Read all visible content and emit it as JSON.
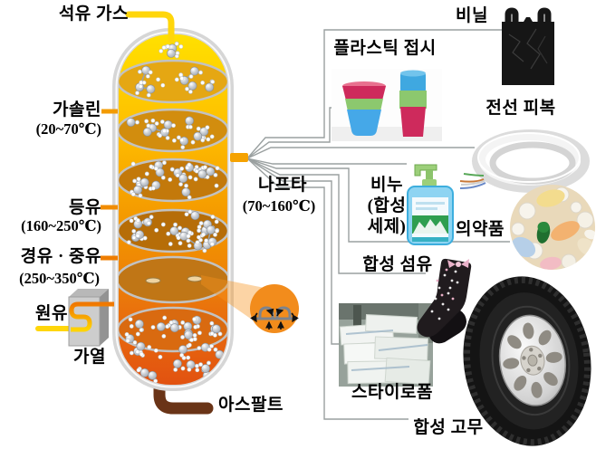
{
  "labels": {
    "petroleum_gas": "석유 가스",
    "gasoline": "가솔린",
    "gasoline_temp": "(20~70℃)",
    "naphtha": "나프타",
    "naphtha_temp": "(70~160℃)",
    "kerosene": "등유",
    "kerosene_temp": "(160~250℃)",
    "diesel_heavy": "경유 · 중유",
    "diesel_heavy_temp": "(250~350℃)",
    "crude_oil": "원유",
    "heating": "가열",
    "asphalt": "아스팔트"
  },
  "products": {
    "vinyl": "비닐",
    "plastic_dish": "플라스틱 접시",
    "wire_coating": "전선 피복",
    "soap_line1": "비누",
    "soap_line2": "(합성",
    "soap_line3": "세제)",
    "medicine": "의약품",
    "synthetic_fiber": "합성 섬유",
    "styrofoam": "스타이로폼",
    "synthetic_rubber": "합성 고무"
  },
  "colors": {
    "column_top": "#ffe000",
    "column_mid": "#f29200",
    "column_bottom": "#e25210",
    "pipe_yellow": "#ffd60a",
    "outlet_orange": "#f5a201",
    "asphalt_brown": "#6a3417",
    "connector_gray": "#9aa0a0",
    "shell_gray": "#d6d6d6",
    "inset_orange": "#f28c1c"
  }
}
